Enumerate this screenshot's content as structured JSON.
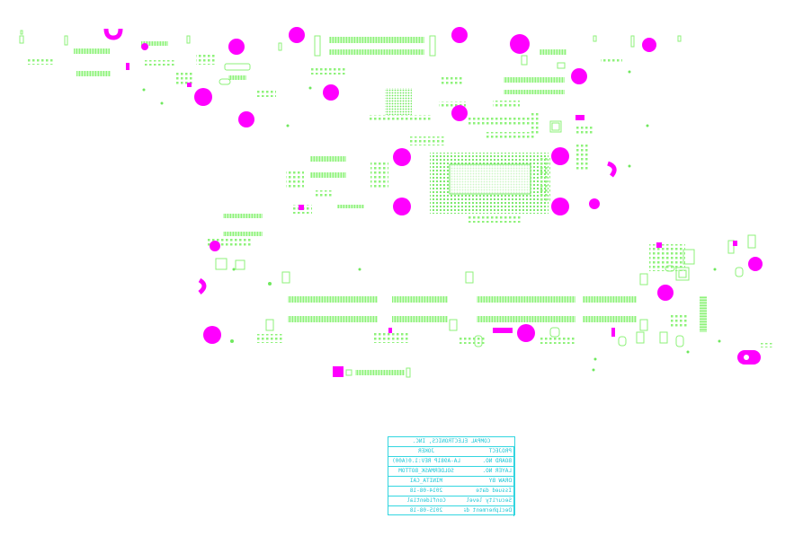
{
  "colors": {
    "component_green": "#8ef27a",
    "pad_green": "#6fe85e",
    "hole_magenta": "#ff00ff",
    "label_red": "#e0304a",
    "label_dark": "#5a6a30",
    "title_cyan": "#21c7d6",
    "background": "#ffffff"
  },
  "title_block": {
    "company": "COMPAL ELECTRONICS, INC.",
    "rows": [
      {
        "label": "PROJECT",
        "value": "JOKER"
      },
      {
        "label": "BOARD NO.",
        "value": "LA-A981P REV:1.0(A00)"
      },
      {
        "label": "LAYER NO.",
        "value": "SOLDERMASK_BOTTOM"
      },
      {
        "label": "DRAW BY",
        "value": "MINITA_CAI"
      },
      {
        "label": "Issued date",
        "value": "2014-08-18"
      },
      {
        "label": "Security level",
        "value": "Confidential"
      },
      {
        "label": "Decipherment date",
        "value": "2015-08-18"
      }
    ]
  }
}
